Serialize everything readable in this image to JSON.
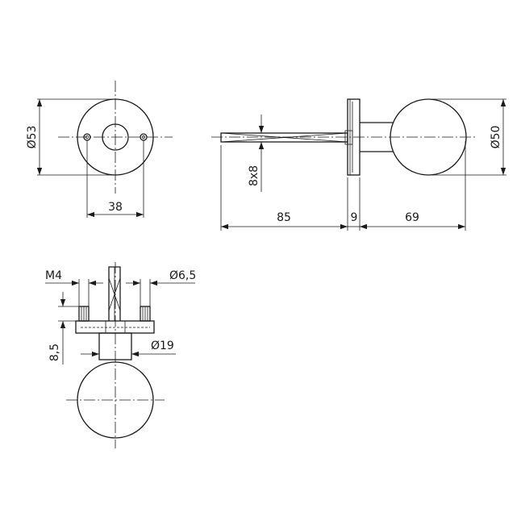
{
  "dimensions": {
    "rose_diameter": "Ø53",
    "hole_spacing": "38",
    "spindle_length": "85",
    "rose_thickness": "9",
    "knob_projection": "69",
    "knob_diameter": "Ø50",
    "spindle_square": "8x8",
    "screw_thread": "M4",
    "screw_diameter": "Ø6,5",
    "neck_diameter": "Ø19",
    "neck_height": "8,5"
  }
}
